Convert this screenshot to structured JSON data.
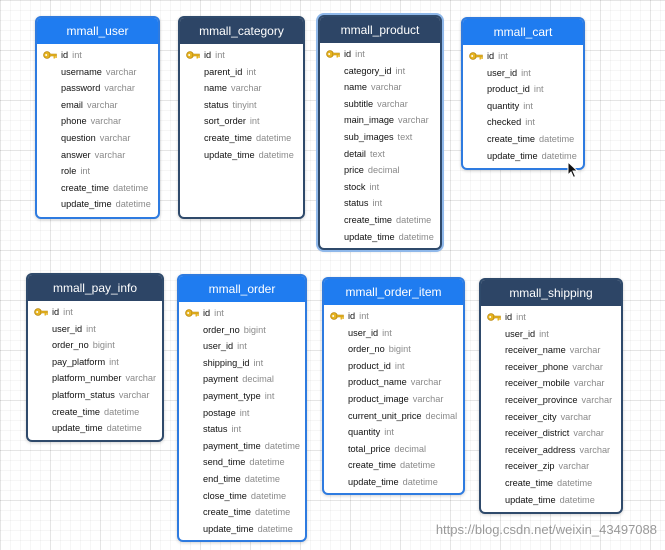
{
  "tables": [
    {
      "name": "mmall_user",
      "fields": [
        [
          "id",
          "int"
        ],
        [
          "username",
          "varchar"
        ],
        [
          "password",
          "varchar"
        ],
        [
          "email",
          "varchar"
        ],
        [
          "phone",
          "varchar"
        ],
        [
          "question",
          "varchar"
        ],
        [
          "answer",
          "varchar"
        ],
        [
          "role",
          "int"
        ],
        [
          "create_time",
          "datetime"
        ],
        [
          "update_time",
          "datetime"
        ]
      ]
    },
    {
      "name": "mmall_category",
      "fields": [
        [
          "id",
          "int"
        ],
        [
          "parent_id",
          "int"
        ],
        [
          "name",
          "varchar"
        ],
        [
          "status",
          "tinyint"
        ],
        [
          "sort_order",
          "int"
        ],
        [
          "create_time",
          "datetime"
        ],
        [
          "update_time",
          "datetime"
        ]
      ]
    },
    {
      "name": "mmall_product",
      "fields": [
        [
          "id",
          "int"
        ],
        [
          "category_id",
          "int"
        ],
        [
          "name",
          "varchar"
        ],
        [
          "subtitle",
          "varchar"
        ],
        [
          "main_image",
          "varchar"
        ],
        [
          "sub_images",
          "text"
        ],
        [
          "detail",
          "text"
        ],
        [
          "price",
          "decimal"
        ],
        [
          "stock",
          "int"
        ],
        [
          "status",
          "int"
        ],
        [
          "create_time",
          "datetime"
        ],
        [
          "update_time",
          "datetime"
        ]
      ]
    },
    {
      "name": "mmall_cart",
      "fields": [
        [
          "id",
          "int"
        ],
        [
          "user_id",
          "int"
        ],
        [
          "product_id",
          "int"
        ],
        [
          "quantity",
          "int"
        ],
        [
          "checked",
          "int"
        ],
        [
          "create_time",
          "datetime"
        ],
        [
          "update_time",
          "datetime"
        ]
      ]
    },
    {
      "name": "mmall_pay_info",
      "fields": [
        [
          "id",
          "int"
        ],
        [
          "user_id",
          "int"
        ],
        [
          "order_no",
          "bigint"
        ],
        [
          "pay_platform",
          "int"
        ],
        [
          "platform_number",
          "varchar"
        ],
        [
          "platform_status",
          "varchar"
        ],
        [
          "create_time",
          "datetime"
        ],
        [
          "update_time",
          "datetime"
        ]
      ]
    },
    {
      "name": "mmall_order",
      "fields": [
        [
          "id",
          "int"
        ],
        [
          "order_no",
          "bigint"
        ],
        [
          "user_id",
          "int"
        ],
        [
          "shipping_id",
          "int"
        ],
        [
          "payment",
          "decimal"
        ],
        [
          "payment_type",
          "int"
        ],
        [
          "postage",
          "int"
        ],
        [
          "status",
          "int"
        ],
        [
          "payment_time",
          "datetime"
        ],
        [
          "send_time",
          "datetime"
        ],
        [
          "end_time",
          "datetime"
        ],
        [
          "close_time",
          "datetime"
        ],
        [
          "create_time",
          "datetime"
        ],
        [
          "update_time",
          "datetime"
        ]
      ]
    },
    {
      "name": "mmall_order_item",
      "fields": [
        [
          "id",
          "int"
        ],
        [
          "user_id",
          "int"
        ],
        [
          "order_no",
          "bigint"
        ],
        [
          "product_id",
          "int"
        ],
        [
          "product_name",
          "varchar"
        ],
        [
          "product_image",
          "varchar"
        ],
        [
          "current_unit_price",
          "decimal"
        ],
        [
          "quantity",
          "int"
        ],
        [
          "total_price",
          "decimal"
        ],
        [
          "create_time",
          "datetime"
        ],
        [
          "update_time",
          "datetime"
        ]
      ]
    },
    {
      "name": "mmall_shipping",
      "fields": [
        [
          "id",
          "int"
        ],
        [
          "user_id",
          "int"
        ],
        [
          "receiver_name",
          "varchar"
        ],
        [
          "receiver_phone",
          "varchar"
        ],
        [
          "receiver_mobile",
          "varchar"
        ],
        [
          "receiver_province",
          "varchar"
        ],
        [
          "receiver_city",
          "varchar"
        ],
        [
          "receiver_district",
          "varchar"
        ],
        [
          "receiver_address",
          "varchar"
        ],
        [
          "receiver_zip",
          "varchar"
        ],
        [
          "create_time",
          "datetime"
        ],
        [
          "update_time",
          "datetime"
        ]
      ]
    }
  ],
  "primary_key_icon": "key-icon",
  "pointer_icon": "mouse-pointer-icon",
  "watermark": "https://blog.csdn.net/weixin_43497088",
  "colors": {
    "header_blue": "#1f7cf0",
    "header_dark": "#2d4566",
    "field_type": "#8a8a8a"
  }
}
